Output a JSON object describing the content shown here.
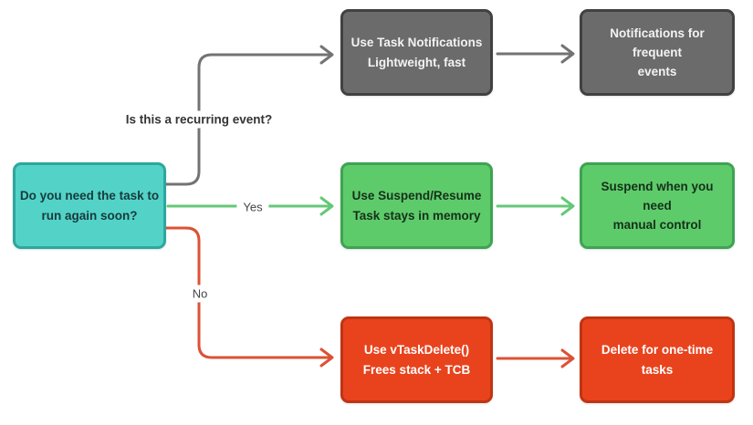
{
  "flowchart": {
    "decision_node": {
      "text": "Do you need the task to\nrun again soon?"
    },
    "branch_labels": {
      "question": "Is this a recurring event?",
      "yes": "Yes",
      "no": "No"
    },
    "branches": [
      {
        "name": "recurring-event",
        "action": "Use Task Notifications\nLightweight, fast",
        "outcome": "Notifications for frequent\nevents"
      },
      {
        "name": "yes-run-again",
        "action": "Use Suspend/Resume\nTask stays in memory",
        "outcome": "Suspend when you need\nmanual control"
      },
      {
        "name": "no-one-time",
        "action": "Use vTaskDelete()\nFrees stack + TCB",
        "outcome": "Delete for one-time tasks"
      }
    ],
    "colors": {
      "background": "#ffffff",
      "decision_fill": "#53d3c7",
      "decision_border": "#2da79d",
      "neutral_fill": "#6b6b6b",
      "neutral_border": "#414141",
      "yes_fill": "#5ecb6b",
      "yes_border": "#3ea352",
      "no_fill": "#e8431d",
      "no_border": "#c03413",
      "neutral_arrow": "#737373",
      "yes_arrow": "#64c878",
      "no_arrow": "#dd5134"
    }
  }
}
